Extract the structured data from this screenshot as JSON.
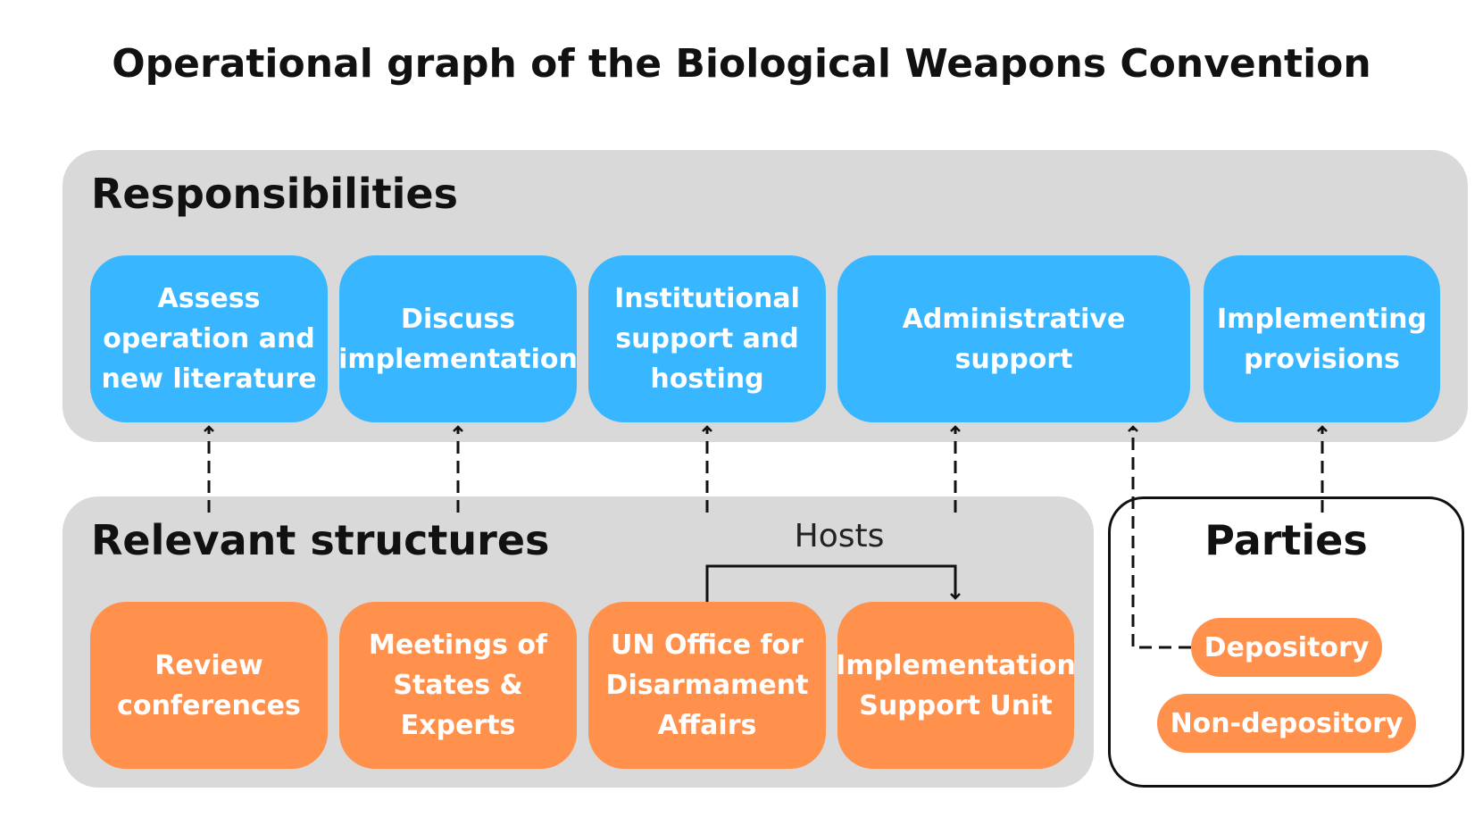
{
  "title": "Operational graph of the Biological Weapons Convention",
  "responsibilities": {
    "heading": "Responsibilities",
    "items": [
      {
        "label": "Assess operation and new literature"
      },
      {
        "label": "Discuss implementation"
      },
      {
        "label": "Institutional support and hosting"
      },
      {
        "label": "Administrative support"
      },
      {
        "label": "Implementing provisions"
      }
    ]
  },
  "structures": {
    "heading": "Relevant structures",
    "items": [
      {
        "label": "Review conferences"
      },
      {
        "label": "Meetings of States & Experts"
      },
      {
        "label": "UN Office for Disarmament Affairs"
      },
      {
        "label": "Implementation Support Unit"
      }
    ],
    "hosts_label": "Hosts"
  },
  "parties": {
    "heading": "Parties",
    "items": [
      {
        "label": "Depository"
      },
      {
        "label": "Non-depository"
      }
    ]
  },
  "colors": {
    "panel": "#d9d9d9",
    "responsibility": "#38b6ff",
    "structure": "#ff914d",
    "text": "#111111"
  }
}
